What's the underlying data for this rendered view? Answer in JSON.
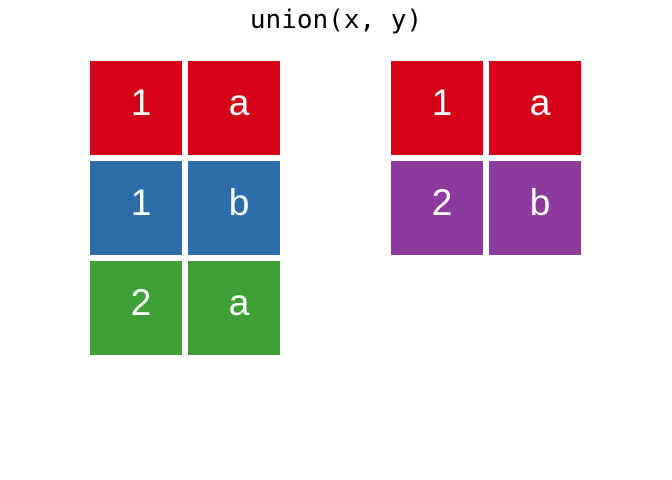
{
  "figure": {
    "title": "union(x, y)",
    "background_color": "#ffffff",
    "text_color": "#000000"
  },
  "palette": {
    "red": "#D50019",
    "blue": "#2C6CA8",
    "green": "#40A038",
    "purple": "#8D3A9E",
    "cell_text": "#ffffff"
  },
  "tables": [
    {
      "name": "left-table",
      "rows": [
        {
          "color_name": "red",
          "color": "#D50019",
          "cells": [
            "1",
            "a"
          ]
        },
        {
          "color_name": "blue",
          "color": "#2C6CA8",
          "cells": [
            "1",
            "b"
          ]
        },
        {
          "color_name": "green",
          "color": "#40A038",
          "cells": [
            "2",
            "a"
          ]
        }
      ]
    },
    {
      "name": "right-table",
      "rows": [
        {
          "color_name": "red",
          "color": "#D50019",
          "cells": [
            "1",
            "a"
          ]
        },
        {
          "color_name": "purple",
          "color": "#8D3A9E",
          "cells": [
            "2",
            "b"
          ]
        }
      ]
    }
  ]
}
